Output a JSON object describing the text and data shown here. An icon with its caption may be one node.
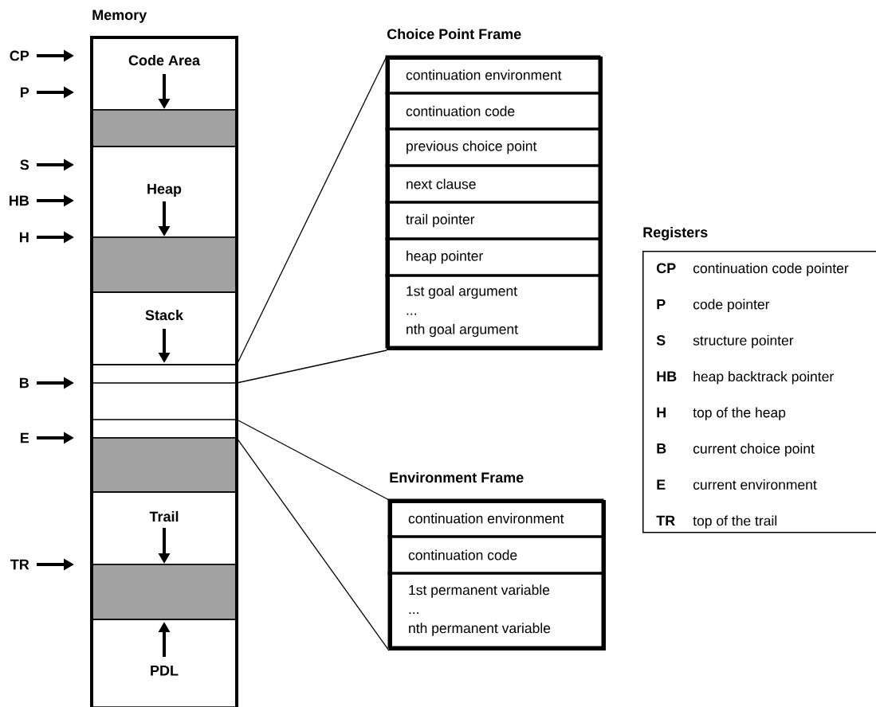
{
  "diagram": {
    "nodes": [
      {
        "text": [
          "Memory"
        ]
      },
      {
        "text": [
          "Code Area"
        ],
        "in": 0
      },
      {
        "text": [],
        "shape": "box",
        "in": 0
      },
      {
        "text": [
          "Heap"
        ],
        "in": 0
      },
      {
        "text": [],
        "shape": "box",
        "in": 0
      },
      {
        "text": [
          "Stack"
        ],
        "in": 0
      },
      {
        "text": [],
        "shape": "box",
        "in": 0
      },
      {
        "text": [],
        "shape": "box",
        "in": 0
      },
      {
        "text": [],
        "shape": "box",
        "in": 0
      },
      {
        "text": [
          "Trail"
        ],
        "in": 0
      },
      {
        "text": [],
        "shape": "box",
        "in": 0
      },
      {
        "text": [
          "PDL"
        ],
        "in": 0
      },
      {
        "text": [
          "CP"
        ]
      },
      {
        "text": [
          "P"
        ]
      },
      {
        "text": [
          "S"
        ]
      },
      {
        "text": [
          "HB"
        ]
      },
      {
        "text": [
          "H"
        ]
      },
      {
        "text": [
          "B"
        ]
      },
      {
        "text": [
          "E"
        ]
      },
      {
        "text": [
          "TR"
        ]
      },
      {
        "text": [
          "Choice Point Frame"
        ]
      },
      {
        "text": [
          "continuation environment"
        ],
        "in": 20
      },
      {
        "text": [
          "continuation code"
        ],
        "in": 20
      },
      {
        "text": [
          "previous choice point"
        ],
        "in": 20
      },
      {
        "text": [
          "next clause"
        ],
        "in": 20
      },
      {
        "text": [
          "trail pointer"
        ],
        "in": 20
      },
      {
        "text": [
          "heap pointer"
        ],
        "in": 20
      },
      {
        "text": [
          "1st goal argument",
          "...",
          "nth goal argument"
        ],
        "in": 20
      },
      {
        "text": [
          "Environment Frame"
        ]
      },
      {
        "text": [
          "continuation environment"
        ],
        "in": 28
      },
      {
        "text": [
          "continuation code"
        ],
        "in": 28
      },
      {
        "text": [
          "1st permanent variable",
          "...",
          "nth permanent variable"
        ],
        "in": 28
      },
      {
        "text": [
          "Registers"
        ]
      }
    ],
    "edges": [
      {
        "from": 12,
        "to": 0,
        "arrow": "to"
      },
      {
        "from": 13,
        "to": 0,
        "arrow": "to"
      },
      {
        "from": 14,
        "to": 0,
        "arrow": "to"
      },
      {
        "from": 15,
        "to": 0,
        "arrow": "to"
      },
      {
        "from": 16,
        "to": 0,
        "arrow": "to"
      },
      {
        "from": 17,
        "to": 0,
        "arrow": "to"
      },
      {
        "from": 18,
        "to": 0,
        "arrow": "to"
      },
      {
        "from": 19,
        "to": 0,
        "arrow": "to"
      },
      {
        "from": 6,
        "to": 20,
        "arrow": "none"
      },
      {
        "from": 6,
        "to": 20,
        "arrow": "none"
      },
      {
        "from": 7,
        "to": 28,
        "arrow": "none"
      },
      {
        "from": 7,
        "to": 28,
        "arrow": "none"
      }
    ],
    "labels": [
      "CP",
      "continuation code pointer",
      "P",
      "code pointer",
      "S",
      "structure pointer",
      "HB",
      "heap backtrack pointer",
      "H",
      "top of the heap",
      "B",
      "current choice point",
      "E",
      "current environment",
      "TR",
      "top of the trail"
    ]
  }
}
